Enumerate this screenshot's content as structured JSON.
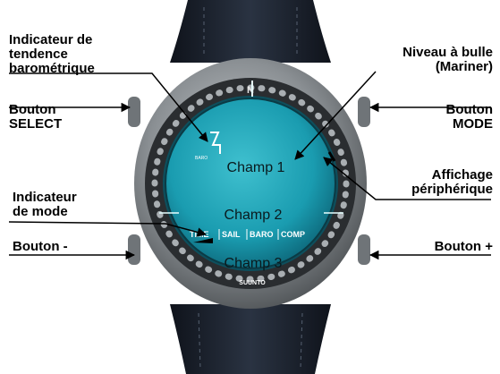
{
  "labels": {
    "tendency": [
      "Indicateur de",
      "tendence",
      "barométrique"
    ],
    "select": [
      "Bouton",
      "SELECT"
    ],
    "mode_indicator": [
      "Indicateur",
      "de mode"
    ],
    "minus": "Bouton -",
    "bubble": [
      "Niveau à bulle",
      "(Mariner)"
    ],
    "mode": [
      "Bouton",
      "MODE"
    ],
    "periphery": [
      "Affichage",
      "périphérique"
    ],
    "plus": "Bouton +"
  },
  "display": {
    "field1": "Champ 1",
    "field2": "Champ 2",
    "field3": "Champ 3",
    "modes": [
      "TIME",
      "SAIL",
      "BARO",
      "COMP"
    ],
    "brand": "SUUNTO",
    "baro_small": "BARO",
    "bezel_n": "N"
  },
  "colors": {
    "screen": "#1a9cb0",
    "strap": "#1c2330",
    "bezel": "#2a2d30",
    "case": "#8a8f93"
  }
}
